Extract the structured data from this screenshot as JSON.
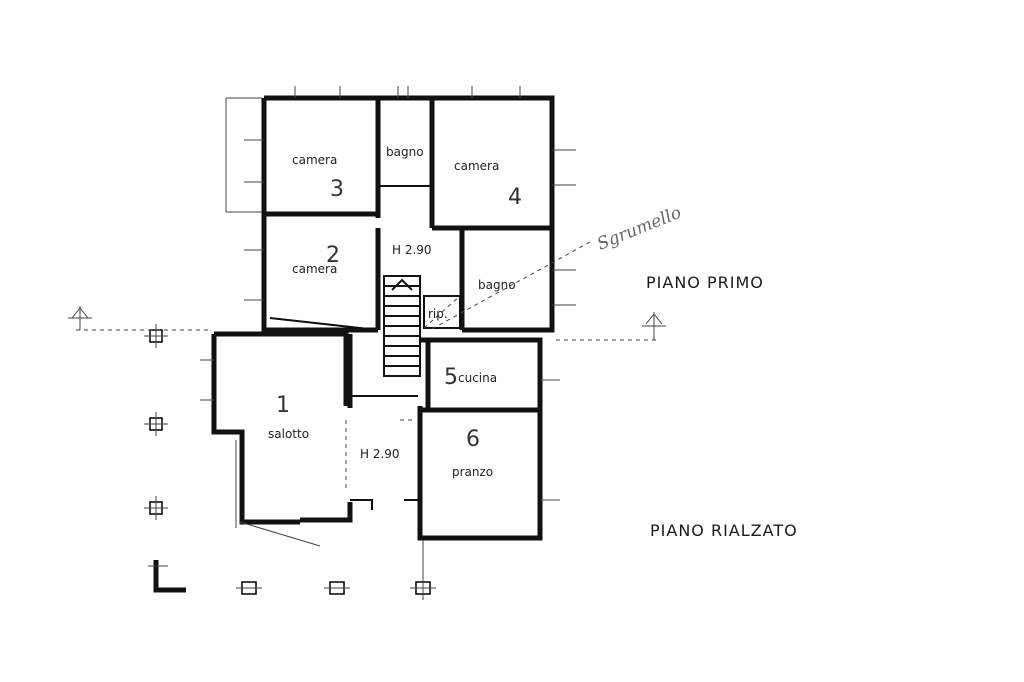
{
  "floors": {
    "upper": "PIANO PRIMO",
    "ground": "PIANO RIALZATO"
  },
  "rooms": {
    "camera3": {
      "label": "camera",
      "number": "3"
    },
    "bagno_top": {
      "label": "bagno"
    },
    "camera4": {
      "label": "camera",
      "number": "4"
    },
    "camera2": {
      "label": "camera",
      "number": "2"
    },
    "bagno_right": {
      "label": "bagno"
    },
    "rip": {
      "label": "rip."
    },
    "cucina": {
      "label": "cucina",
      "number": "5"
    },
    "salotto": {
      "label": "salotto",
      "number": "1"
    },
    "pranzo": {
      "label": "pranzo",
      "number": "6"
    }
  },
  "heights": {
    "upper": "H 2.90",
    "ground": "H 2.90"
  },
  "signature": "Sgrumello",
  "icons": {
    "section_left": "section-arrow-icon",
    "section_right": "section-arrow-icon"
  },
  "colors": {
    "ink": "#111111",
    "paper": "#ffffff"
  }
}
